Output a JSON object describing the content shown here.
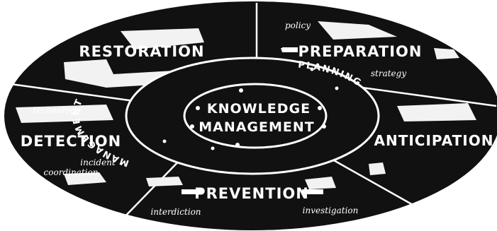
{
  "center": {
    "line1": "KNOWLEDGE",
    "line2": "MANAGEMENT"
  },
  "ring": {
    "left": "MANAGEMENT",
    "right": "PLANNING"
  },
  "segments": {
    "restoration": {
      "label": "RESTORATION"
    },
    "preparation": {
      "label": "PREPARATION",
      "notes": [
        "policy",
        "strategy"
      ]
    },
    "anticipation": {
      "label": "ANTICIPATION"
    },
    "prevention": {
      "label": "PREVENTION",
      "notes": [
        "interdiction",
        "investigation"
      ]
    },
    "detection": {
      "label": "DETECTION",
      "notes": [
        "technology",
        "incident",
        "coordination"
      ]
    }
  },
  "colors": {
    "background": "#ffffff",
    "fill": "#111111",
    "text": "#ffffff"
  }
}
